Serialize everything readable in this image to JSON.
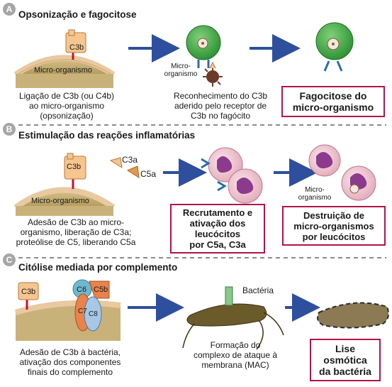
{
  "panels": [
    {
      "letter": "A",
      "title": "Opsonização e fagocitose",
      "c3b_label": "C3b",
      "organism_label": "Micro-organismo",
      "caption_left": "Ligação de C3b (ou C4b)\nao micro-organismo\n(opsonização)",
      "microbe_label": "Micro-\norganismo",
      "caption_mid": "Reconhecimento do C3b\naderido pelo receptor de\nC3b no fagócito",
      "result_box": "Fagocitose do\nmicro-organismo"
    },
    {
      "letter": "B",
      "title": "Estimulação das reações inflamatórias",
      "c3b_label": "C3b",
      "organism_label": "Micro-organismo",
      "c3a_label": "C3a",
      "c5a_label": "C5a",
      "caption_left": "Adesão de C3b ao micro-\norganismo, liberação de C3a;\nproteólise de C5, liberando C5a",
      "result_box_1": "Recrutamento e\nativação dos\nleucócitos\npor C5a, C3a",
      "microbe_label": "Micro-\norganismo",
      "result_box_2": "Destruição de\nmicro-organismos\npor leucócitos"
    },
    {
      "letter": "C",
      "title": "Citólise mediada por complemento",
      "c3b_label": "C3b",
      "c6_label": "C6",
      "c5b_label": "C5b",
      "c7_label": "C7",
      "c8_label": "C8",
      "caption_left": "Adesão de C3b à bactéria,\nativação dos componentes\nfinais do complemento",
      "bacteria_label": "Bactéria",
      "caption_mid": "Formação do\ncomplexo de ataque à\nmembrana (MAC)",
      "result_box": "Lise\nosmótica\nda bactéria"
    }
  ],
  "colors": {
    "arrow": "#2d4f9e",
    "box_border": "#b0144a",
    "divider": "#8c8c8c",
    "c3b_fill": "#f6c590",
    "c3b_stem": "#c8102e",
    "membrane": "#e8c9a0",
    "organism": "#c9b27a",
    "phagocyte": "#3aa63a",
    "neutrophil": "#f0c6cf",
    "nucleus": "#8b3a8e",
    "c5a_fill": "#e39a4a",
    "c6_fill": "#6fb9cf",
    "c7_fill": "#e9834b",
    "c8_fill": "#a6c8e6",
    "bacterium": "#6b5a2a"
  }
}
